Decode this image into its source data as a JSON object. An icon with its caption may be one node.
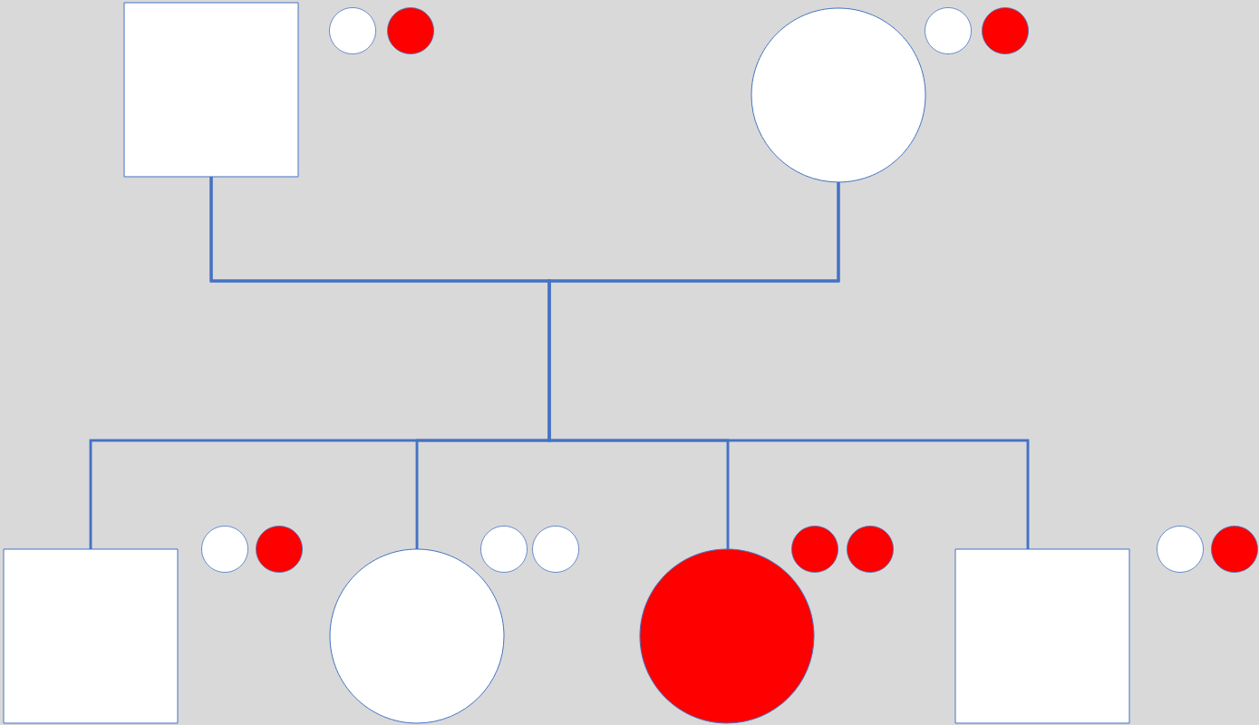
{
  "diagram": {
    "nodes": [
      {
        "text": [],
        "shape": "box"
      },
      {
        "text": [],
        "shape": "circle"
      },
      {
        "text": [],
        "shape": "box"
      },
      {
        "text": [],
        "shape": "circle"
      },
      {
        "text": [],
        "shape": "circle"
      },
      {
        "text": [],
        "shape": "box"
      }
    ],
    "edges": [
      {
        "from": 0,
        "to": 1,
        "arrow": "none"
      },
      {
        "from": 0,
        "to": 2,
        "arrow": "none"
      },
      {
        "from": 1,
        "to": 2,
        "arrow": "none"
      },
      {
        "from": 0,
        "to": 3,
        "arrow": "none"
      },
      {
        "from": 1,
        "to": 3,
        "arrow": "none"
      },
      {
        "from": 0,
        "to": 4,
        "arrow": "none"
      },
      {
        "from": 1,
        "to": 4,
        "arrow": "none"
      },
      {
        "from": 0,
        "to": 5,
        "arrow": "none"
      },
      {
        "from": 1,
        "to": 5,
        "arrow": "none"
      }
    ]
  }
}
